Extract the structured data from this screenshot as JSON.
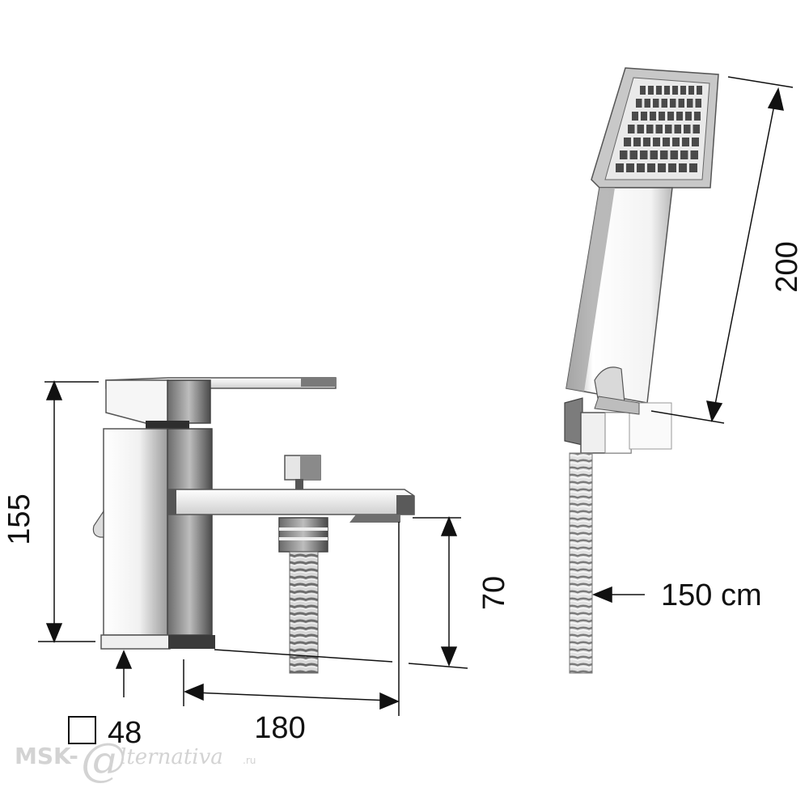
{
  "dimensions": {
    "height_overall": "155",
    "spout_height": "70",
    "spout_reach": "180",
    "base_square": "48",
    "shower_head_length": "200",
    "hose_length": "150 cm"
  },
  "watermark": {
    "brand": "MSK-",
    "at_sign": "@",
    "script": "lternativa",
    "suffix": ".ru"
  },
  "icons": [
    "square-section-icon",
    "arrow-icon"
  ],
  "colors": {
    "line": "#111111",
    "chrome_light": "#f4f4f4",
    "chrome_mid": "#b9b9b9",
    "chrome_dark": "#555555",
    "watermark": "#d3d3d3"
  }
}
